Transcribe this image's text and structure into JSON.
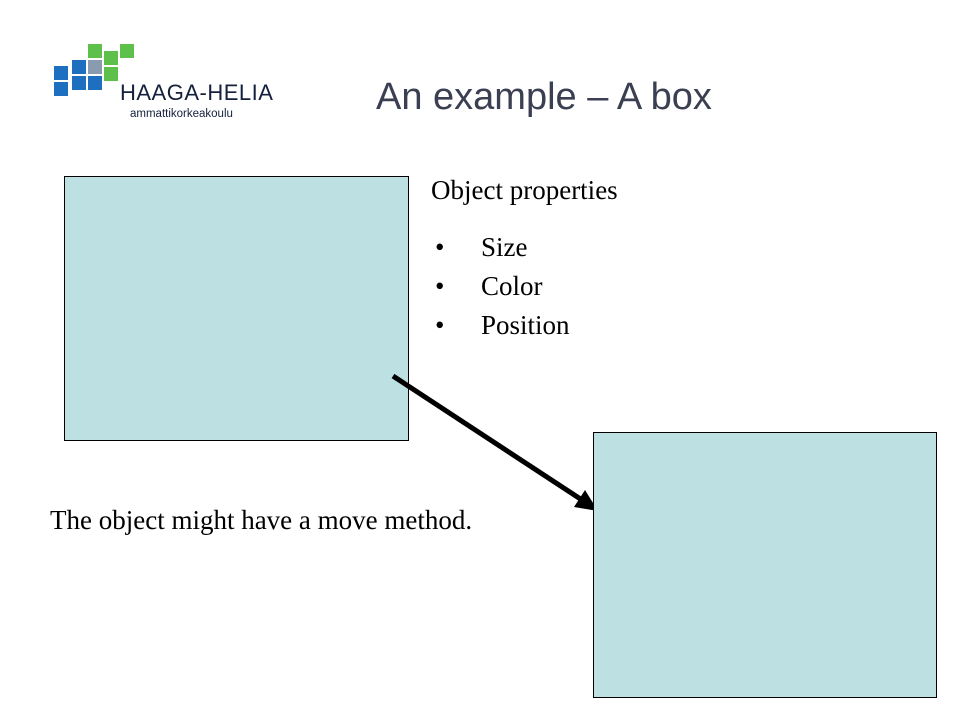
{
  "logo": {
    "name": "HAAGA-HELIA",
    "subtitle": "ammattikorkeakoulu",
    "colors": {
      "green": "#5cc04a",
      "blue": "#1f6fc0",
      "grey": "#8a9bb0"
    }
  },
  "slide": {
    "title": "An example – A box",
    "properties_heading": "Object properties",
    "properties": [
      {
        "bullet": "•",
        "label": "Size"
      },
      {
        "bullet": "•",
        "label": "Color"
      },
      {
        "bullet": "•",
        "label": "Position"
      }
    ],
    "caption": "The object might have a move method."
  },
  "colors": {
    "box_fill": "#bde0e3",
    "title_text": "#3a3f52",
    "arrow": "#000000"
  }
}
